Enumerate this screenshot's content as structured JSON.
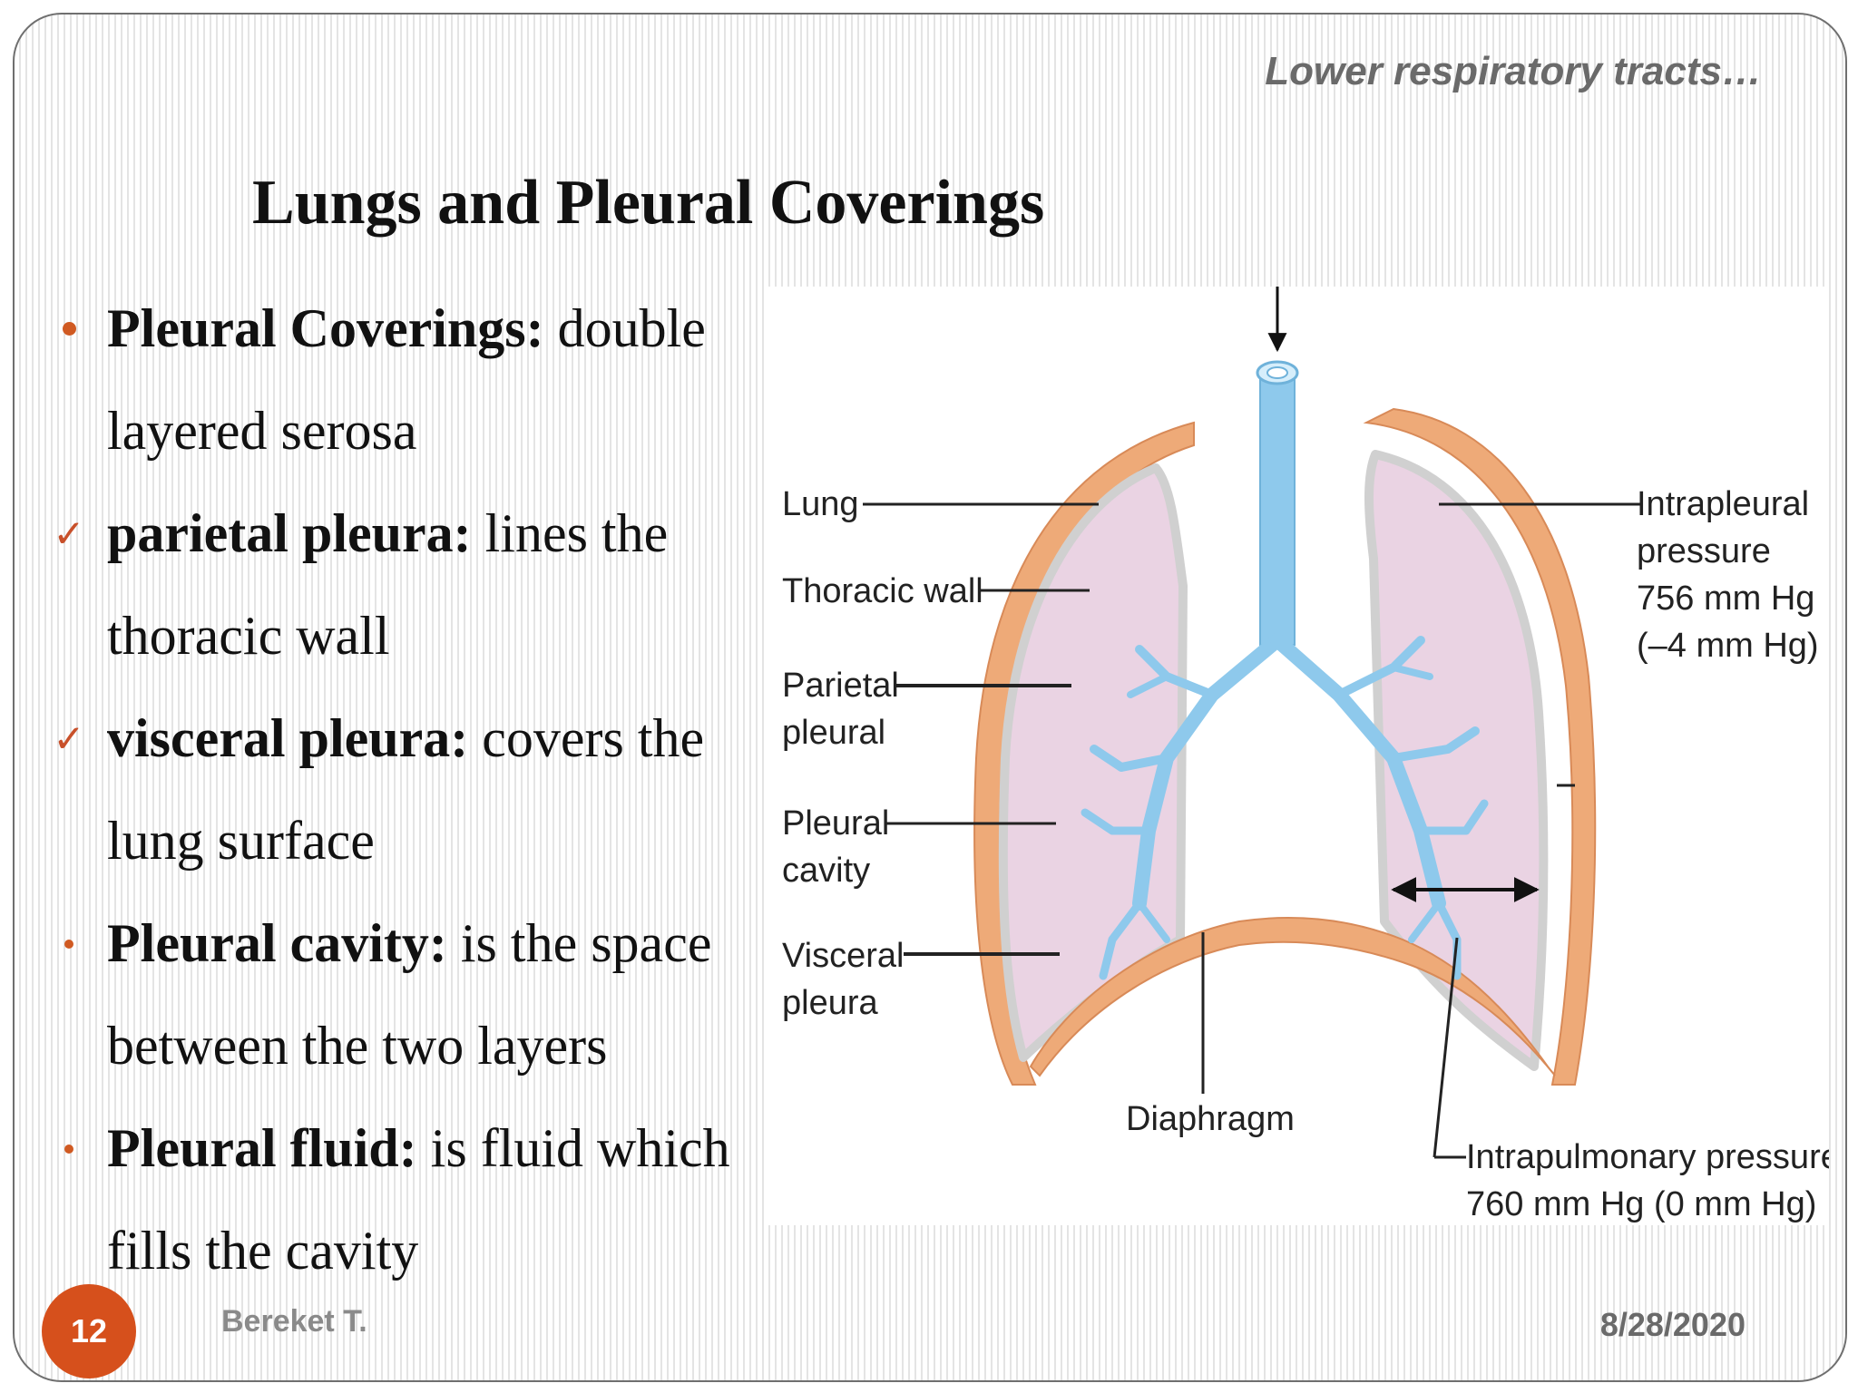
{
  "header": {
    "section": "Lower respiratory tracts…"
  },
  "title": "Lungs and Pleural Coverings",
  "bullets": [
    {
      "marker": "dot",
      "term": "Pleural Coverings:",
      "line1": " double",
      "line2": "layered serosa"
    },
    {
      "marker": "check",
      "term": "parietal pleura:",
      "line1": " lines the",
      "line2": "thoracic wall"
    },
    {
      "marker": "check",
      "term": "visceral pleura:",
      "line1": " covers the",
      "line2": "lung surface"
    },
    {
      "marker": "dot-small",
      "term": "Pleural cavity:",
      "line1": " is the space",
      "line2": "between the two layers"
    },
    {
      "marker": "dot-small",
      "term": "Pleural fluid:",
      "line1": " is fluid which",
      "line2": "fills the cavity"
    }
  ],
  "figure": {
    "labels": {
      "lung": "Lung",
      "thoracic_wall": "Thoracic wall",
      "parietal_1": "Parietal",
      "parietal_2": "pleural",
      "pleural_cavity_1": "Pleural",
      "pleural_cavity_2": "cavity",
      "visceral_1": "Visceral",
      "visceral_2": "pleura",
      "diaphragm": "Diaphragm",
      "intrapleural_1": "Intrapleural",
      "intrapleural_2": "pressure",
      "intrapleural_3": "756 mm Hg",
      "intrapleural_4": "(–4 mm Hg)",
      "intrapulmonary_1": "Intrapulmonary pressure",
      "intrapulmonary_2": "760 mm Hg (0 mm Hg)"
    },
    "colors": {
      "thoracic_wall": "#eeaa78",
      "lung_fill": "#ead3e3",
      "airway": "#8ec9ec",
      "pleura_line": "#e8e8e8"
    }
  },
  "footer": {
    "slide_number": "12",
    "author": "Bereket T.",
    "date": "8/28/2020"
  }
}
